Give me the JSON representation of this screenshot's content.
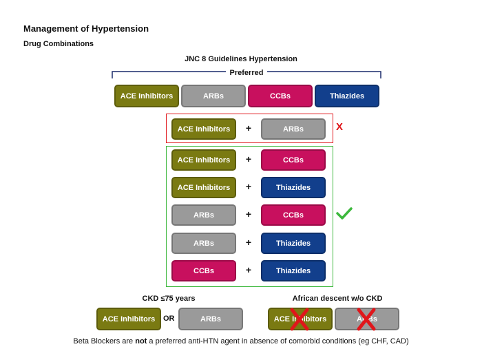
{
  "title": "Management of Hypertension",
  "subtitle": "Drug Combinations",
  "guideline_title": "JNC 8 Guidelines Hypertension",
  "preferred_label": "Preferred",
  "drugs": {
    "ace": "ACE Inhibitors",
    "arb": "ARBs",
    "ccb": "CCBs",
    "thiazide": "Thiazides"
  },
  "plus": "+",
  "or": "OR",
  "bad_combo_mark": "X",
  "good_combo_mark": "✔",
  "ckd_title": "CKD ≤75 years",
  "african_title": "African descent w/o CKD",
  "footnote_before": "Beta Blockers are ",
  "footnote_bold": "not",
  "footnote_after": " a preferred anti-HTN agent in absence of comorbid conditions (eg CHF, CAD)",
  "colors": {
    "ace": "#7a7a12",
    "arb": "#9a9a9a",
    "ccb": "#c8105e",
    "thiazide": "#123f8c",
    "bad_box": "#e0161b",
    "good_box": "#3cb83c"
  }
}
